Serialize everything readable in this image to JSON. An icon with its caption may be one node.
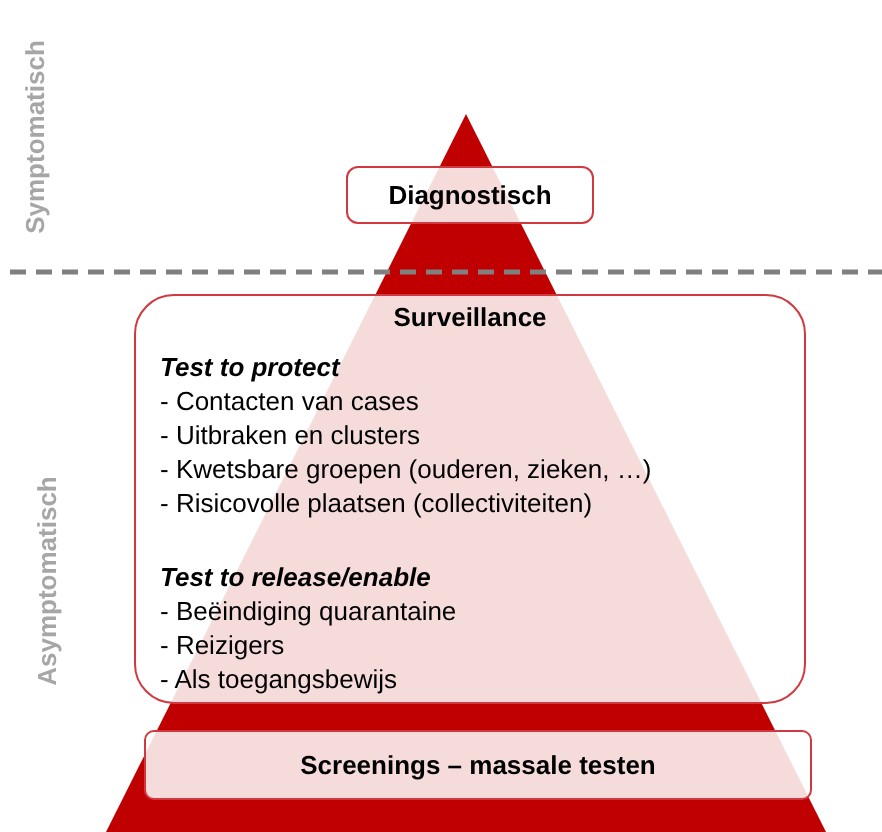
{
  "diagram": {
    "nodes": [
      {
        "text": [
          "Diagnostisch"
        ]
      },
      {
        "text": [
          "Surveillance",
          "Test to protect",
          "- Contacten van cases",
          "- Uitbraken en clusters",
          "- Kwetsbare groepen (ouderen, zieken, …)",
          "- Risicovolle plaatsen (collectiviteiten)",
          "Test to release/enable",
          "- Beëindiging quarantaine",
          "- Reizigers",
          "- Als toegangsbewijs"
        ]
      },
      {
        "text": [
          "Screenings – massale testen"
        ]
      }
    ],
    "labels": [
      "Symptomatisch",
      "Asymptomatisch"
    ]
  }
}
